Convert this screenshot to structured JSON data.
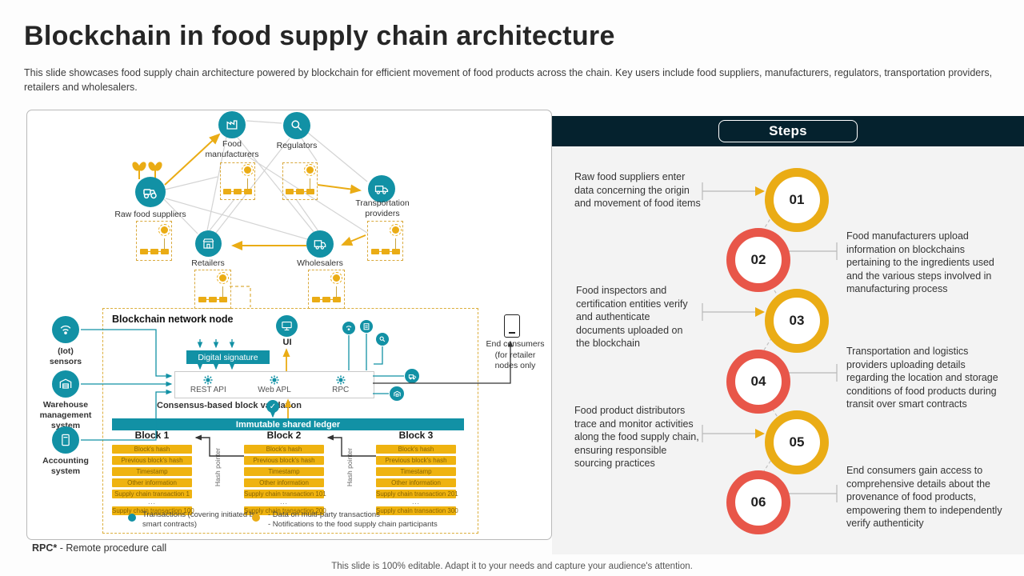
{
  "slide": {
    "title": "Blockchain in food supply chain architecture",
    "description": "This slide showcases food supply chain architecture powered by blockchain for efficient movement of food products across the chain. Key users include food suppliers, manufacturers, regulators, transportation providers, retailers and wholesalers.",
    "footnote_term": "RPC*",
    "footnote_text": " - Remote procedure call",
    "footer": "This slide is 100% editable. Adapt it to your needs and capture your audience's attention."
  },
  "colors": {
    "teal": "#1291a5",
    "yellow": "#eaac15",
    "red": "#e85649",
    "navy": "#05222e"
  },
  "network": {
    "nodes": [
      {
        "label": "Food manufacturers",
        "icon": "factory-icon"
      },
      {
        "label": "Regulators",
        "icon": "magnifier-icon"
      },
      {
        "label": "Raw food suppliers",
        "icon": "tractor-icon"
      },
      {
        "label": "Transportation providers",
        "icon": "truck-icon"
      },
      {
        "label": "Retailers",
        "icon": "store-icon"
      },
      {
        "label": "Wholesalers",
        "icon": "delivery-truck-icon"
      }
    ]
  },
  "systems": [
    {
      "label": "(Iot) sensors",
      "icon": "wifi-icon"
    },
    {
      "label": "Warehouse management system",
      "icon": "warehouse-icon"
    },
    {
      "label": "Accounting system",
      "icon": "calculator-icon"
    }
  ],
  "node_panel": {
    "title": "Blockchain network node",
    "ui_label": "UI",
    "digital_signature": "Digital signature",
    "api_items": [
      "REST API",
      "Web APL",
      "RPC"
    ],
    "consensus": "Consensus-based block validation",
    "check": "✓",
    "ledger": "Immutable shared ledger",
    "hash_pointer": "Hash pointer",
    "ellipsis": "...",
    "blocks": [
      {
        "title": "Block 1",
        "rows": [
          "Block's hash",
          "Previous block's hash",
          "Timestamp",
          "Other information",
          "Supply chain transaction 1",
          "Supply chain transaction 100"
        ]
      },
      {
        "title": "Block 2",
        "rows": [
          "Block's hash",
          "Previous block's hash",
          "Timestamp",
          "Other information",
          "Supply chain transaction 101",
          "Supply chain transaction 200"
        ]
      },
      {
        "title": "Block 3",
        "rows": [
          "Block's hash",
          "Previous block's hash",
          "Timestamp",
          "Other information",
          "Supply chain transaction 201",
          "Supply chain transaction 300"
        ]
      }
    ],
    "legend": [
      {
        "marker": "teal",
        "text": "Transactions  (covering initiated by smart contracts)"
      },
      {
        "marker": "yellow",
        "lines": [
          "-   Data on multi-party transactions",
          "-   Notifications  to the food  supply chain  participants"
        ]
      }
    ],
    "end_consumers": "End consumers (for retailer nodes only"
  },
  "steps": {
    "header": "Steps",
    "items": [
      {
        "num": "01",
        "color": "yellow",
        "text": "Raw food suppliers enter data concerning the origin and movement of food items"
      },
      {
        "num": "02",
        "color": "red",
        "text": "Food manufacturers upload information on blockchains pertaining to the ingredients used and the various steps involved in manufacturing process"
      },
      {
        "num": "03",
        "color": "yellow",
        "text": "Food inspectors and certification entities verify and authenticate documents uploaded on the blockchain"
      },
      {
        "num": "04",
        "color": "red",
        "text": "Transportation and logistics providers uploading details regarding the location and storage conditions of food products during transit over  smart contracts"
      },
      {
        "num": "05",
        "color": "yellow",
        "text": "Food product distributors trace and monitor activities along the food supply chain, ensuring responsible sourcing practices"
      },
      {
        "num": "06",
        "color": "red",
        "text": "End consumers gain access to comprehensive details about the provenance of food products, empowering them to independently verify  authenticity"
      }
    ]
  }
}
